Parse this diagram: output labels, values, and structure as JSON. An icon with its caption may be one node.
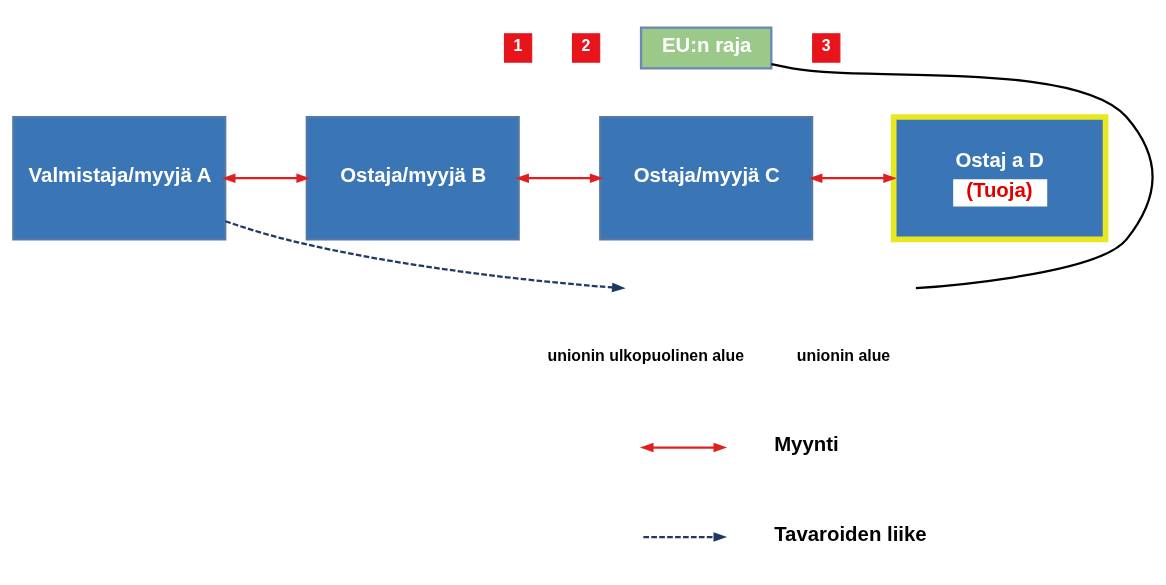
{
  "diagram": {
    "nodes": [
      {
        "text": [
          "EU:n raja"
        ]
      },
      {
        "text": [
          "Valmistaja/myyjä A"
        ]
      },
      {
        "text": [
          "Ostaja/myyjä B"
        ]
      },
      {
        "text": [
          "Ostaja/myyjä C"
        ]
      },
      {
        "text": [
          "Ostaj a D",
          "(Tuoja)"
        ]
      }
    ],
    "edges": [
      {
        "from": 1,
        "to": 2,
        "arrow": "both"
      },
      {
        "from": 2,
        "to": 3,
        "arrow": "both"
      },
      {
        "from": 3,
        "to": 4,
        "arrow": "both"
      },
      {
        "from": 0,
        "to": null,
        "arrow": "none",
        "color": "#000000"
      },
      {
        "from": 1,
        "to": null,
        "arrow": "to",
        "style": "dashed",
        "color": "#1f3864"
      }
    ],
    "labels": [
      "1",
      "2",
      "3",
      "unionin ulkopuolinen alue",
      "unionin alue"
    ],
    "legend": [
      {
        "text": "Myynti"
      },
      {
        "text": "Tavaroiden liike"
      }
    ]
  }
}
